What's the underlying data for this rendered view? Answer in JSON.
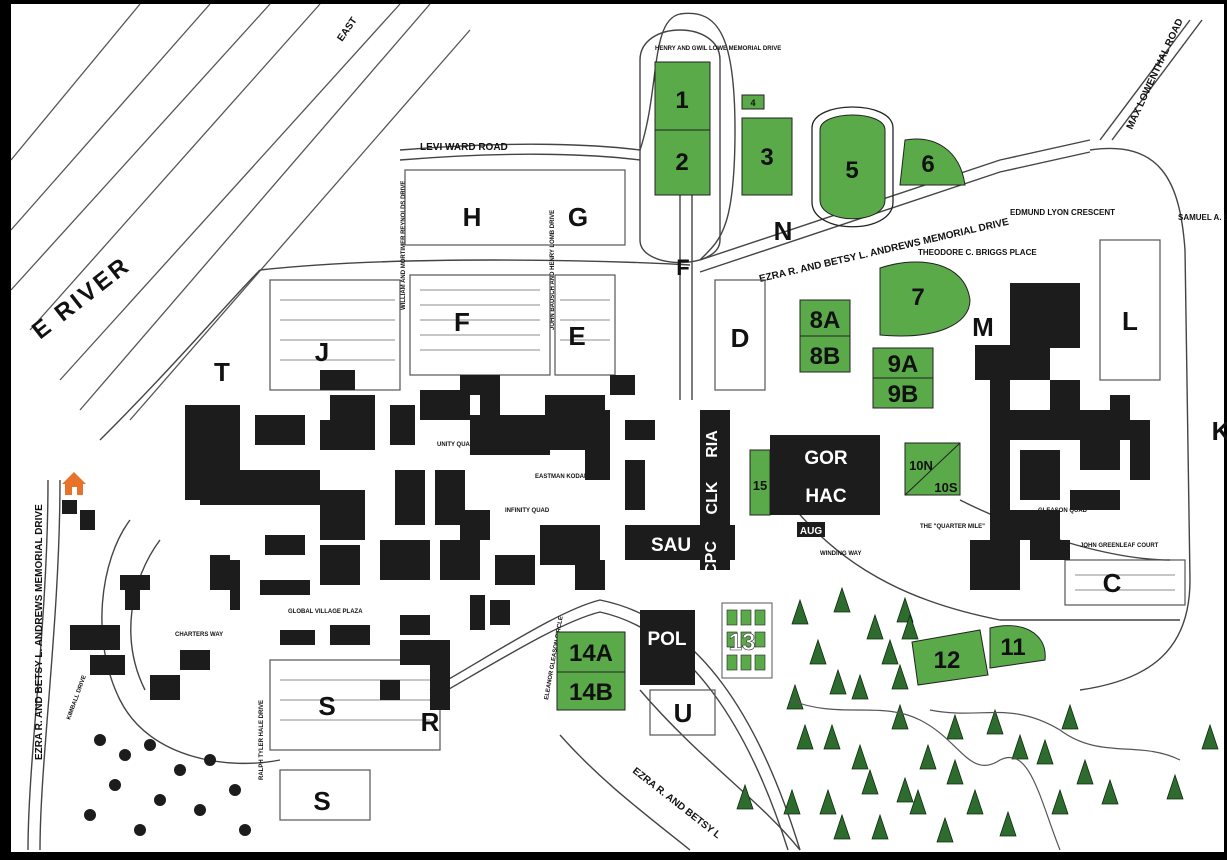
{
  "map": {
    "colors": {
      "background": "#ffffff",
      "frame": "#000000",
      "field": "#5aaa4a",
      "field_dark": "#3f8a33",
      "building": "#1c1c1c",
      "tree": "#2e6b2e",
      "house_icon": "#e8722a"
    },
    "river_label": "E RIVER",
    "roads": {
      "levi_ward": "LEVI WARD ROAD",
      "ezra_andrews_drive": "EZRA R. AND BETSY L. ANDREWS MEMORIAL DRIVE",
      "ezra_andrews_west": "EZRA R. AND BETSY L. ANDREWS MEMORIAL DRIVE",
      "ezra_andrews_south": "EZRA R. AND BETSY L",
      "max_lowenthal": "MAX LOWENTHAL ROAD",
      "east": "EAST",
      "edmund_lyon": "EDMUND LYON CRESCENT",
      "samuel_latimore": "SAMUEL A. LATIMORE",
      "theodore_briggs": "THEODORE C. BRIGGS PLACE",
      "henry_lowe": "HENRY AND GWIL LOWE MEMORIAL DRIVE",
      "reynolds_drive": "WILLIAM AND MORTIMER REYNOLDS DRIVE",
      "ralph_hale": "RALPH TYLER HALE DRIVE",
      "eleanor_gleason": "ELEANOR GLEASON CIRCLE",
      "lomb_drive": "JOHN BAUSCH AND HENRY LOMB DRIVE",
      "kimball": "KIMBALL DRIVE",
      "winding_way": "WINDING WAY",
      "global_plaza": "GLOBAL VILLAGE PLAZA",
      "charters_way": "CHARTERS WAY",
      "eastman_quad": "EASTMAN KODAK QUAD",
      "infinity_quad": "INFINITY QUAD",
      "unity_quad": "UNITY QUAD",
      "gleason_quad": "GLEASON QUAD",
      "greenleaf_court": "JOHN GREENLEAF COURT",
      "quarter_mile": "THE \"QUARTER MILE\""
    },
    "parking_lots": {
      "H": "H",
      "G": "G",
      "F": "F",
      "E": "E",
      "J": "J",
      "T": "T",
      "D": "D",
      "N": "N",
      "M": "M",
      "L": "L",
      "K": "K",
      "C": "C",
      "S1": "S",
      "S2": "S",
      "R": "R",
      "U": "U",
      "F2": "F"
    },
    "fields": [
      "1",
      "2",
      "3",
      "4",
      "5",
      "6",
      "7",
      "8A",
      "8B",
      "9A",
      "9B",
      "10N",
      "10S",
      "11",
      "12",
      "13",
      "14A",
      "14B",
      "15"
    ],
    "buildings": {
      "GOR": "GOR",
      "HAC": "HAC",
      "SAU": "SAU",
      "CPC": "CPC",
      "CLK": "CLK",
      "RIA": "RIA",
      "POL": "POL",
      "AUG": "AUG"
    }
  }
}
